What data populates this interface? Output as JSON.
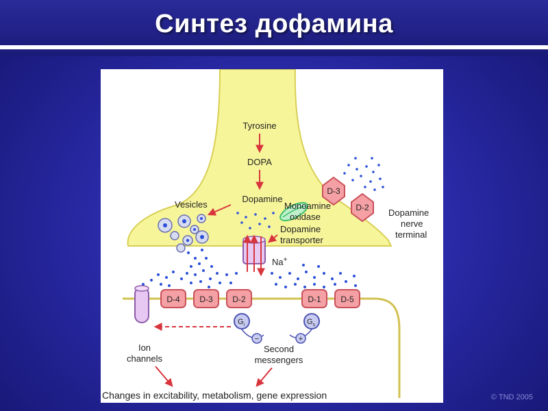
{
  "slide": {
    "title": "Синтез дофамина",
    "copyright": "© TND 2005"
  },
  "diagram": {
    "pathway": [
      "Tyrosine",
      "DOPA",
      "Dopamine"
    ],
    "vesicles": "Vesicles",
    "mao_line1": "Monoamine",
    "mao_line2": "oxidase",
    "transporter_line1": "Dopamine",
    "transporter_line2": "transporter",
    "sodium": "Na",
    "sodium_sup": "+",
    "terminal_line1": "Dopamine",
    "terminal_line2": "nerve",
    "terminal_line3": "terminal",
    "presynaptic_receptors": [
      "D-3",
      "D-2"
    ],
    "postsynaptic_receptors": [
      "D-4",
      "D-3",
      "D-2",
      "D-1",
      "D-5"
    ],
    "g_protein": "G",
    "g_sub": "i",
    "g_sub_s": "s",
    "minus": "−",
    "plus": "+",
    "ion_line1": "Ion",
    "ion_line2": "channels",
    "second_line1": "Second",
    "second_line2": "messengers",
    "effects": "Changes in excitability, metabolism, gene expression"
  },
  "colors": {
    "terminal_fill": "#f7f59a",
    "terminal_stroke": "#d8cf55",
    "receptor_fill": "#f4a0a4",
    "receptor_stroke": "#c9505a",
    "arrow": "#d8343c",
    "dots": "#2a4fd8",
    "gprotein_fill": "#c8ccf2",
    "membrane": "#d2c050",
    "mao": "#3ec06a"
  }
}
